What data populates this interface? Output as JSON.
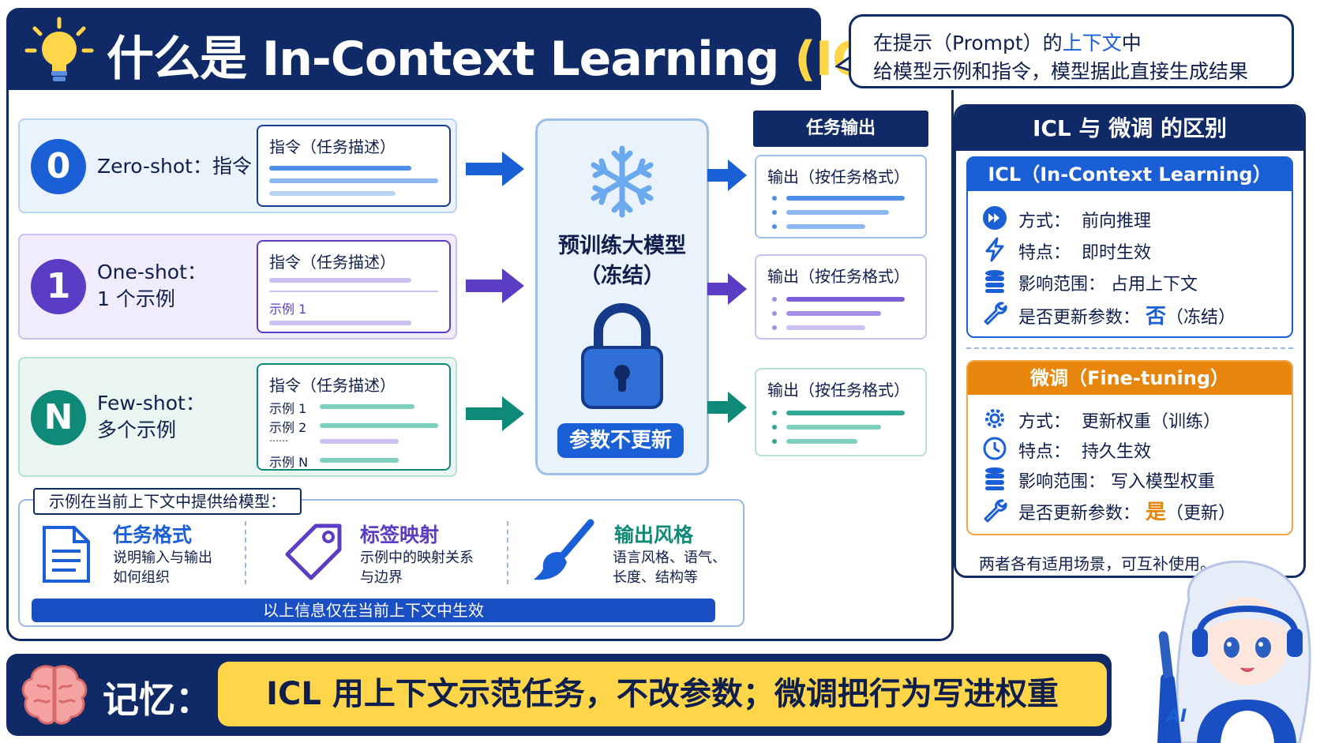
{
  "header": {
    "title_prefix": "什么是 In-Context Learning ",
    "title_highlight": "(ICL)"
  },
  "callout": {
    "line1_pre": "在提示（Prompt）的",
    "line1_hl": "上下文",
    "line1_post": "中",
    "line2": "给模型示例和指令，模型据此直接生成结果"
  },
  "shots": [
    {
      "badge": "0",
      "label": "Zero-shot：指令",
      "card_title": "指令（任务描述）",
      "color": "#1a5fd6"
    },
    {
      "badge": "1",
      "label_l1": "One-shot：",
      "label_l2": "1 个示例",
      "card_title": "指令（任务描述）",
      "example": "示例 1",
      "color": "#5b3cc4"
    },
    {
      "badge": "N",
      "label_l1": "Few-shot：",
      "label_l2": "多个示例",
      "card_title": "指令（任务描述）",
      "examples": [
        "示例 1",
        "示例 2",
        "……",
        "示例 N"
      ],
      "color": "#0f8a78"
    }
  ],
  "model": {
    "name_l1": "预训练大模型",
    "name_l2": "（冻结）",
    "params": "参数不更新"
  },
  "outputs": {
    "header": "任务输出",
    "items": [
      "输出（按任务格式）",
      "输出（按任务格式）",
      "输出（按任务格式）"
    ]
  },
  "examples_box": {
    "title": "示例在当前上下文中提供给模型：",
    "items": [
      {
        "title": "任务格式",
        "desc_l1": "说明输入与输出",
        "desc_l2": "如何组织",
        "color": "#1a5fd6"
      },
      {
        "title": "标签映射",
        "desc_l1": "示例中的映射关系",
        "desc_l2": "与边界",
        "color": "#5b3cc4"
      },
      {
        "title": "输出风格",
        "desc_l1": "语言风格、语气、",
        "desc_l2": "长度、结构等",
        "color": "#0f8a78"
      }
    ],
    "footer": "以上信息仅在当前上下文中生效"
  },
  "comparison": {
    "header": "ICL 与 微调 的区别",
    "icl": {
      "header": "ICL（In-Context Learning）",
      "rows": [
        {
          "icon": "fast-forward-icon",
          "label": "方式：",
          "value": "前向推理"
        },
        {
          "icon": "lightning-icon",
          "label": "特点：",
          "value": "即时生效"
        },
        {
          "icon": "database-icon",
          "label": "影响范围：",
          "value": "占用上下文"
        },
        {
          "icon": "wrench-icon",
          "label": "是否更新参数：",
          "answer": "否",
          "value": "（冻结）"
        }
      ]
    },
    "ft": {
      "header": "微调（Fine-tuning）",
      "rows": [
        {
          "icon": "gear-icon",
          "label": "方式：",
          "value": "更新权重（训练）"
        },
        {
          "icon": "clock-icon",
          "label": "特点：",
          "value": "持久生效"
        },
        {
          "icon": "database-icon",
          "label": "影响范围：",
          "value": "写入模型权重"
        },
        {
          "icon": "wrench-icon",
          "label": "是否更新参数：",
          "answer": "是",
          "value": "（更新）"
        }
      ]
    },
    "footer": "两者各有适用场景，可互补使用。"
  },
  "memory": {
    "label": "记忆：",
    "text": "ICL 用上下文示范任务，不改参数；微调把行为写进权重"
  },
  "mascot": {
    "badge": "AI"
  },
  "colors": {
    "navy": "#0f2a66",
    "blue": "#1a5fd6",
    "purple": "#5b3cc4",
    "teal": "#0f8a78",
    "orange": "#e8850c",
    "yellow": "#ffd54a"
  }
}
